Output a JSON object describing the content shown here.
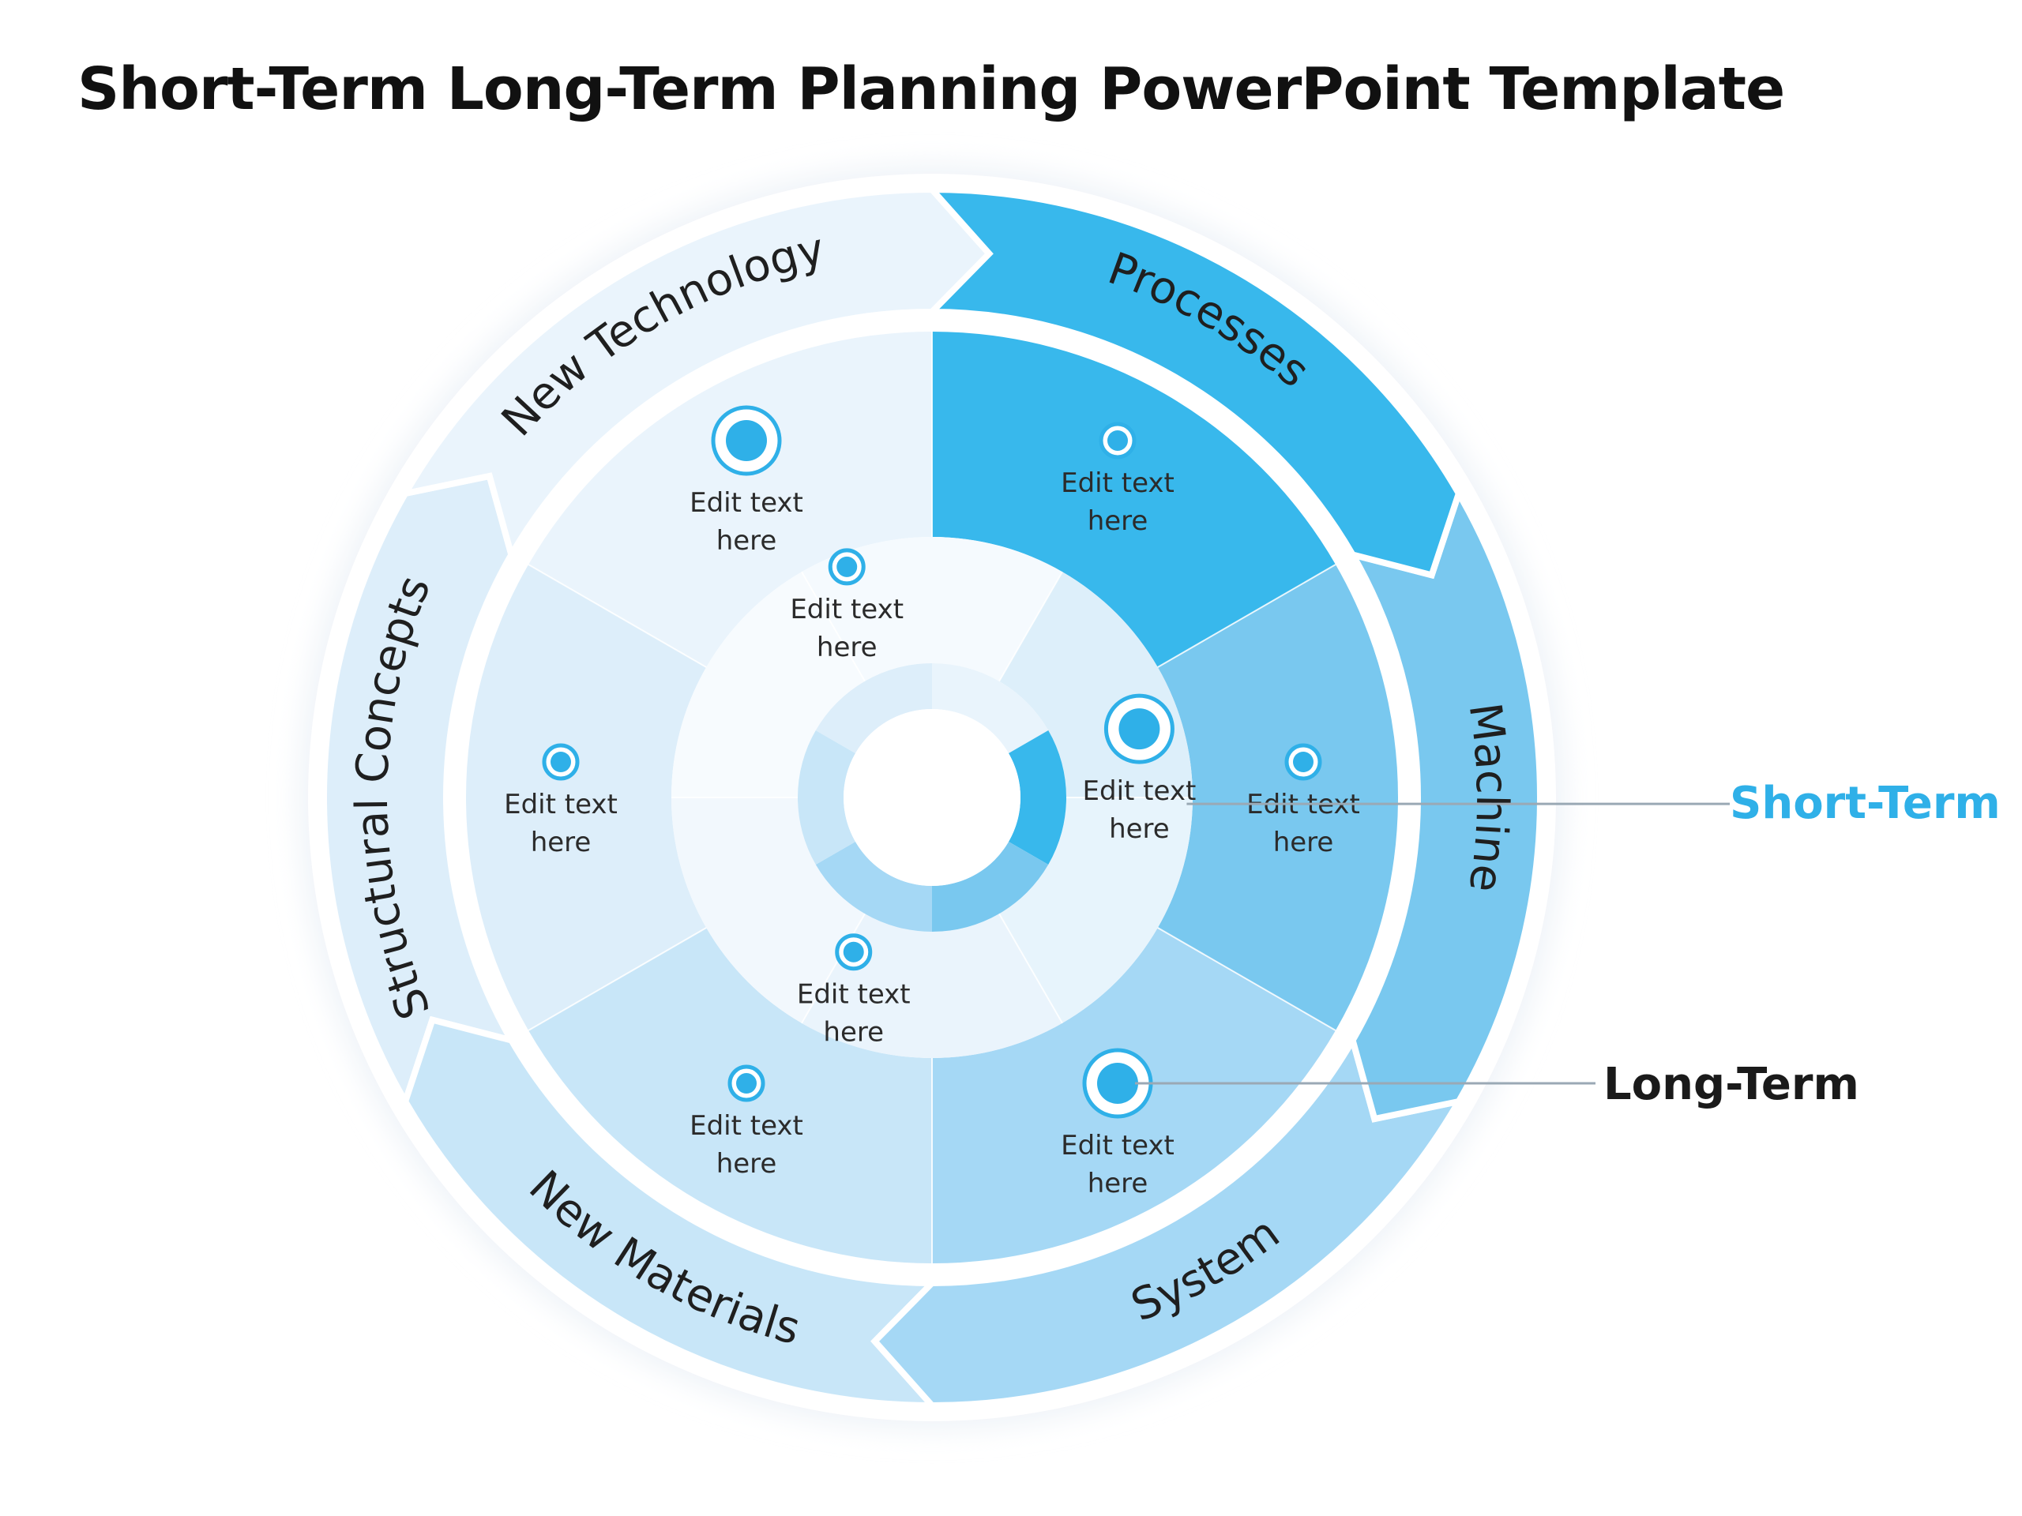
{
  "slide": {
    "title": "Short-Term Long-Term Planning PowerPoint Template"
  },
  "outer_segments": [
    {
      "label": "New Technology",
      "color": "#EAF4FC"
    },
    {
      "label": "Processes",
      "color": "#38B8EC"
    },
    {
      "label": "Machine",
      "color": "#79C8EF"
    },
    {
      "label": "System",
      "color": "#A5D8F5"
    },
    {
      "label": "New Materials",
      "color": "#C8E6F8"
    },
    {
      "label": "Structural Concepts",
      "color": "#DDEEFA"
    }
  ],
  "middle_segments": [
    {
      "label": "Edit text here",
      "color": "#EAF4FC"
    },
    {
      "label": "Edit text here",
      "color": "#38B8EC"
    },
    {
      "label": "Edit text here",
      "color": "#79C8EF"
    },
    {
      "label": "Edit text here",
      "color": "#A5D8F5"
    },
    {
      "label": "Edit text here",
      "color": "#C8E6F8"
    },
    {
      "label": "Edit text here",
      "color": "#DDEEFA"
    }
  ],
  "inner_segments": [
    {
      "label": "Edit text here",
      "color": "#F5FAFE"
    },
    {
      "label": "Edit text here",
      "color": "#DDEFFA"
    },
    {
      "label": "Edit text here",
      "color": "#E7F4FC"
    },
    {
      "label": "Edit text here",
      "color": "#EAF4FC"
    },
    {
      "label": "Edit text here",
      "color": "#F2F8FD"
    },
    {
      "label": "Edit text here",
      "color": "#F7FBFE"
    }
  ],
  "core_segments": [
    {
      "color": "#E9F4FC"
    },
    {
      "color": "#38B8EC"
    },
    {
      "color": "#79C8EF"
    },
    {
      "color": "#A5D8F5"
    },
    {
      "color": "#C8E6F8"
    },
    {
      "color": "#DDEEFA"
    }
  ],
  "legend": {
    "short_term": {
      "label": "Short-Term",
      "color": "#2FB0E8"
    },
    "long_term": {
      "label": "Long-Term",
      "color": "#1A1A1A"
    }
  },
  "colors": {
    "accent": "#2FB0E8",
    "text": "#1A1A1A",
    "segment_text": "#2B2B2B"
  }
}
